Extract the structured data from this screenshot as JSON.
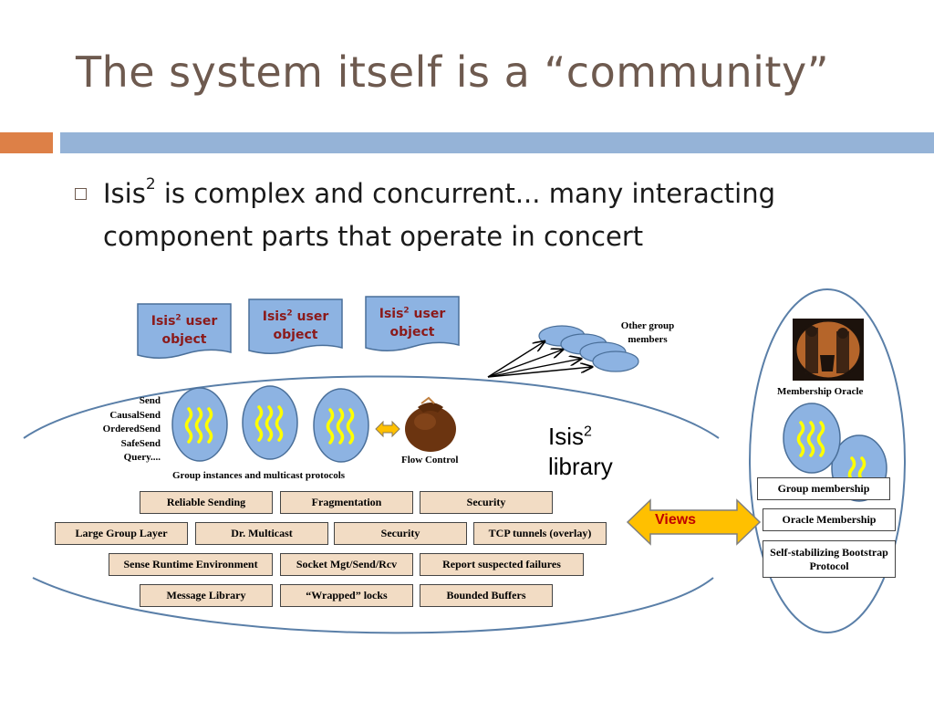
{
  "slide": {
    "title": "The system itself is a “community”",
    "bullet": {
      "prefix": "Isis",
      "sup": "2",
      "text": " is complex and concurrent... many interacting component parts that operate in concert"
    }
  },
  "diagram": {
    "user_objects": [
      {
        "prefix": "Isis",
        "sup": "2",
        "label": " user",
        "line2": "object"
      },
      {
        "prefix": "Isis",
        "sup": "2",
        "label": " user",
        "line2": "object"
      },
      {
        "prefix": "Isis",
        "sup": "2",
        "label": " user",
        "line2": "object"
      }
    ],
    "other_group_members": [
      "Other group",
      "members"
    ],
    "send_primitives": [
      "Send",
      "CausalSend",
      "OrderedSend",
      "SafeSend",
      "Query...."
    ],
    "flow_control": "Flow Control",
    "group_instances": "Group instances and multicast protocols",
    "library_label": {
      "prefix": "Isis",
      "sup": "2",
      "line2": "library"
    },
    "stack_rows": [
      [
        "Reliable Sending",
        "Fragmentation",
        "Security"
      ],
      [
        "Large Group Layer",
        "Dr. Multicast",
        "Security",
        "TCP tunnels (overlay)"
      ],
      [
        "Sense Runtime Environment",
        "Socket Mgt/Send/Rcv",
        "Report suspected failures"
      ],
      [
        "Message Library",
        "“Wrapped” locks",
        "Bounded Buffers"
      ]
    ],
    "views": "Views",
    "oracle": {
      "title": "Membership Oracle",
      "boxes": [
        "Group membership",
        "Oracle Membership",
        "Self-stabilizing Bootstrap Protocol"
      ]
    },
    "colors": {
      "ellipse_fill": "#8db3e2",
      "box_fill": "#f2dcc4",
      "arrow_fill": "#ffc000",
      "views_text": "#c00000",
      "doc_text": "#8b1a1a"
    }
  }
}
